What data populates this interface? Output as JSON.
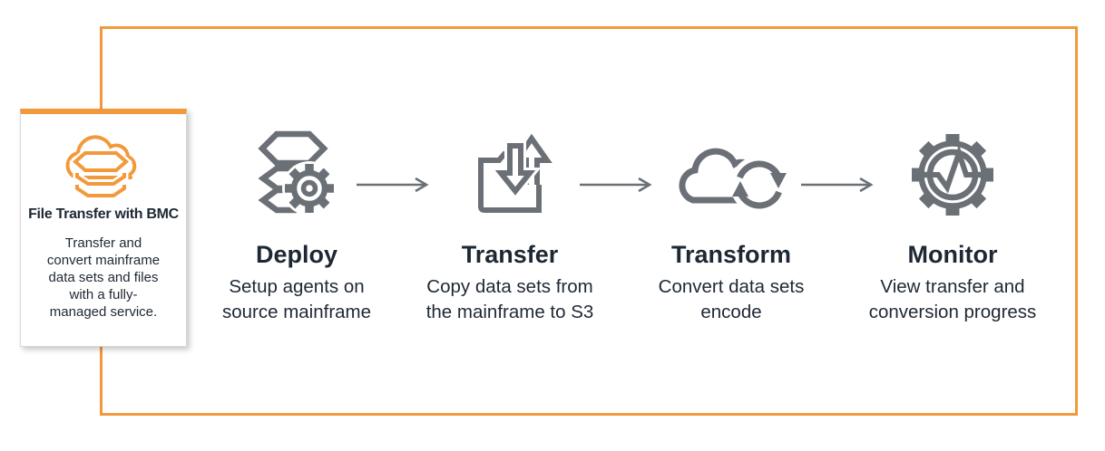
{
  "colors": {
    "accent_orange": "#F2993B",
    "icon_gray": "#6B7077",
    "text_dark": "#1E2834"
  },
  "sidebar_card": {
    "icon": "cloud-datasets-icon",
    "title": "File Transfer with BMC",
    "description": "Transfer and\nconvert mainframe\ndata sets and files\nwith a fully-\nmanaged service."
  },
  "workflow": {
    "steps": [
      {
        "icon": "layers-gear-icon",
        "title": "Deploy",
        "description": "Setup agents on\nsource mainframe"
      },
      {
        "icon": "folder-arrows-icon",
        "title": "Transfer",
        "description": "Copy data sets from\nthe mainframe to S3"
      },
      {
        "icon": "cloud-sync-icon",
        "title": "Transform",
        "description": "Convert data sets\nencode"
      },
      {
        "icon": "gear-pulse-icon",
        "title": "Monitor",
        "description": "View transfer and\nconversion progress"
      }
    ],
    "arrow_icon": "right-arrow-icon"
  }
}
